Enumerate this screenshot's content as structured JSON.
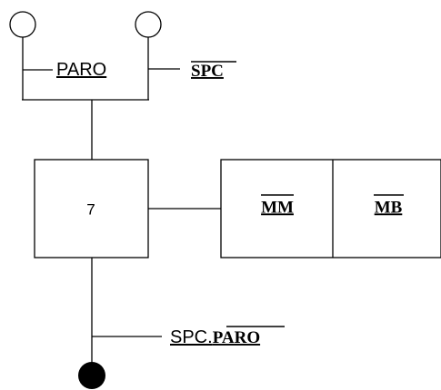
{
  "grafcet": {
    "step_number": "7",
    "receptivity_top_left": "PARO",
    "receptivity_top_right": "SPC",
    "action_1": "MM",
    "action_2": "MB",
    "receptivity_bottom_prefix": "SPC.",
    "receptivity_bottom_negated": "PARO"
  }
}
